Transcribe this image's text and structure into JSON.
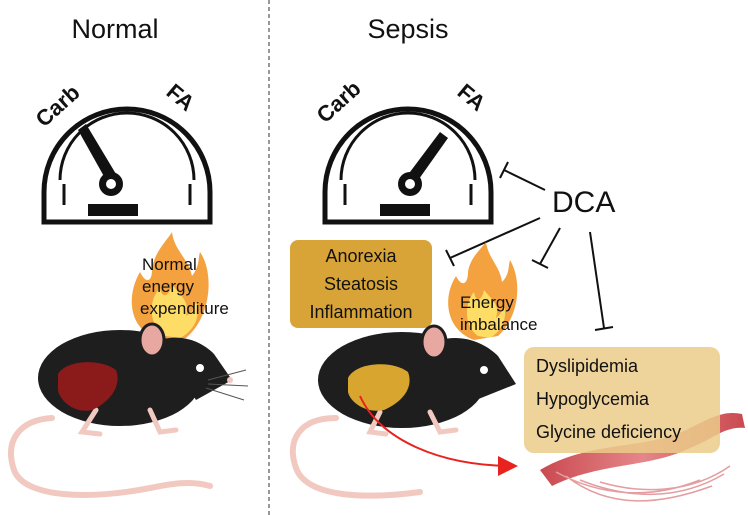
{
  "panels": {
    "normal": {
      "title": "Normal"
    },
    "sepsis": {
      "title": "Sepsis"
    }
  },
  "gauge": {
    "left_label": "Carb",
    "right_label": "FA"
  },
  "normal_energy": [
    "Normal",
    "energy",
    "expenditure"
  ],
  "dca": {
    "label": "DCA"
  },
  "liver_effects": [
    "Anorexia",
    "Steatosis",
    "Inflammation"
  ],
  "energy_imbalance": [
    "Energy",
    "imbalance"
  ],
  "systemic_effects": [
    "Dyslipidemia",
    "Hypoglycemia",
    "Glycine deficiency"
  ],
  "colors": {
    "liver_box": "#d9a437",
    "systemic_box": "#ebcb8a",
    "mouse": "#1e1e1e",
    "liver_normal": "#8b1a1a",
    "liver_sepsis": "#d8a62e",
    "arrow": "#e8231f",
    "muscle": "#d4666a",
    "flame_outer": "#f2921e",
    "flame_inner": "#ffe36b"
  },
  "icons": [
    "speedometer-icon",
    "flame-icon",
    "mouse-icon",
    "liver-icon",
    "muscle-fiber-icon",
    "inhibition-icon"
  ]
}
